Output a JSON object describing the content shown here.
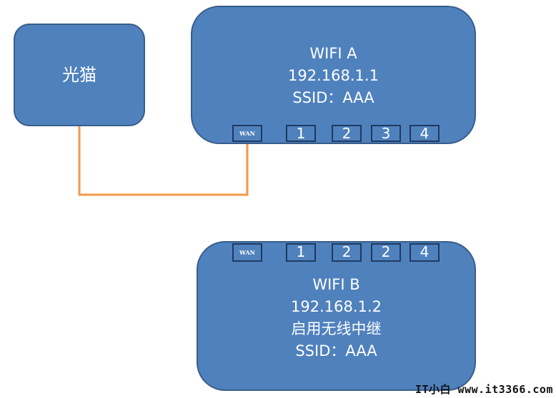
{
  "modem": {
    "label": "光猫"
  },
  "router_a": {
    "name": "WIFI A",
    "ip": "192.168.1.1",
    "ssid": "SSID：AAA",
    "ports": [
      "WAN",
      "1",
      "2",
      "3",
      "4"
    ]
  },
  "router_b": {
    "name": "WIFI B",
    "ip": "192.168.1.2",
    "mode": "启用无线中继",
    "ssid": "SSID：AAA",
    "ports": [
      "WAN",
      "1",
      "2",
      "2",
      "4"
    ]
  },
  "watermark": {
    "text": "IT小白  www.it3366.com"
  },
  "colors": {
    "box_fill": "#4f81bd",
    "box_border": "#385d8a",
    "cable": "#f79646",
    "text": "#ffffff"
  }
}
